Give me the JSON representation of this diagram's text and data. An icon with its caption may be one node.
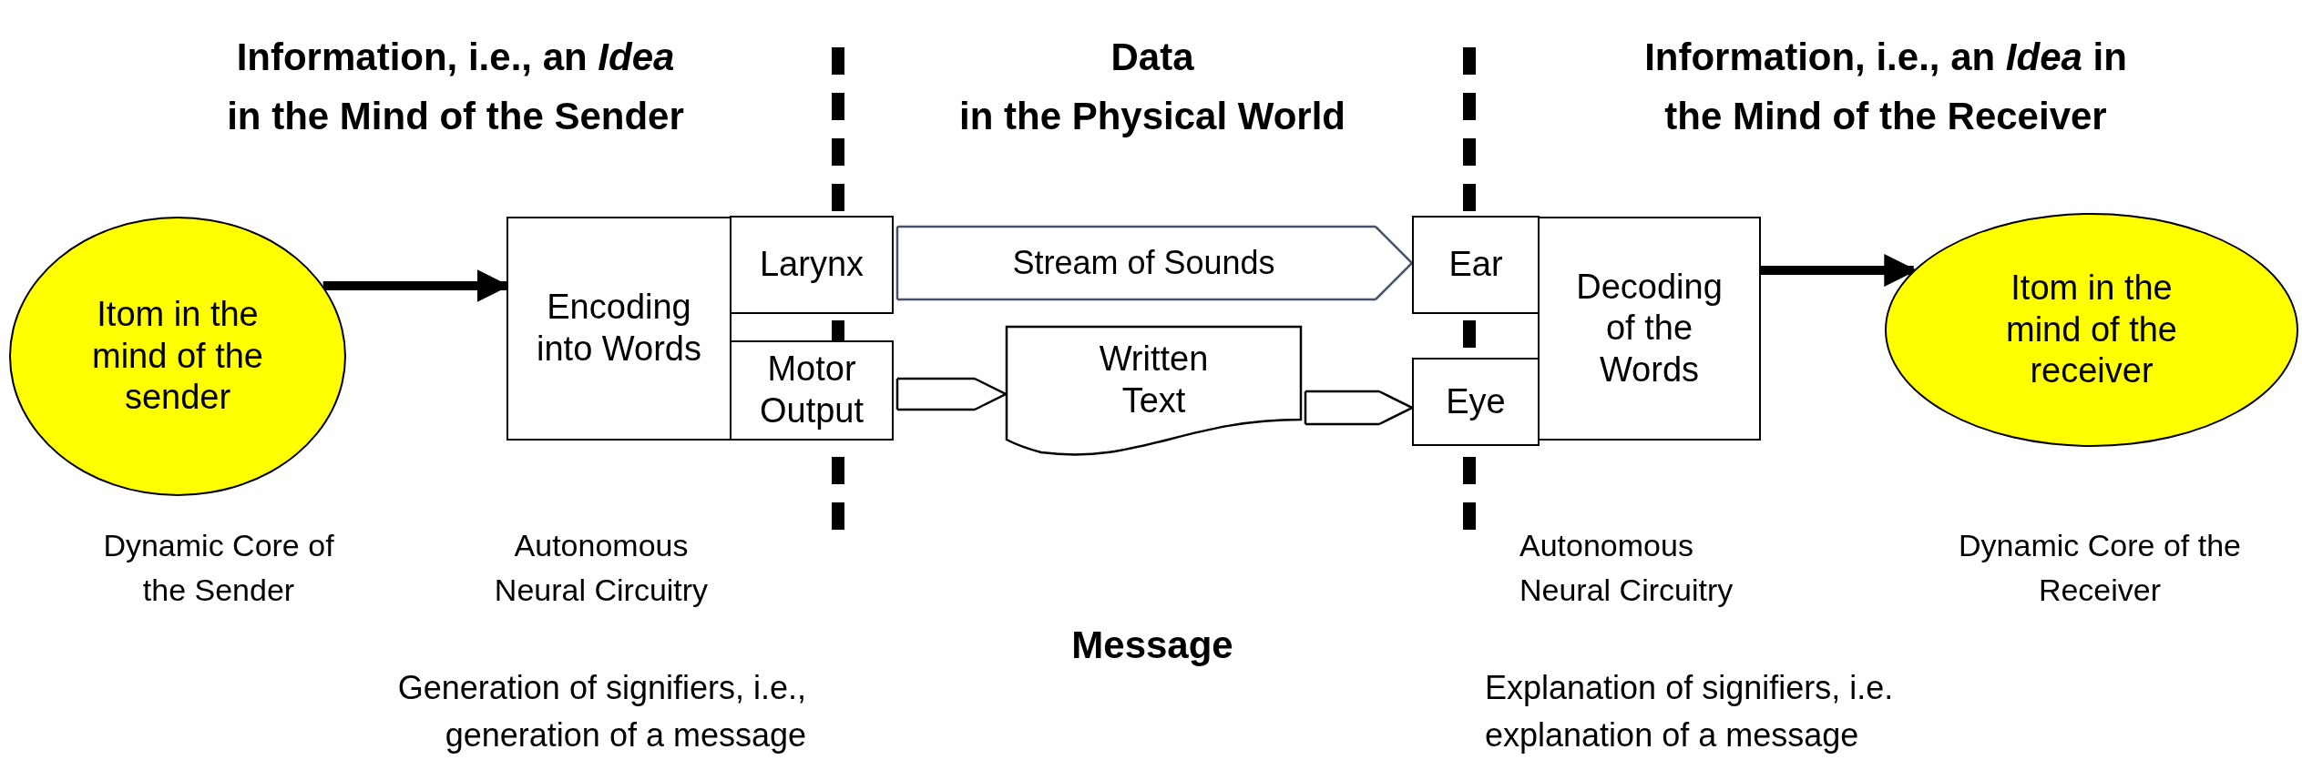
{
  "diagram": {
    "nodes": [
      {
        "text": [
          "Itom in the mind of the sender"
        ],
        "beside": [
          "Dynamic Core of the Sender"
        ]
      },
      {
        "text": [
          "Encoding into Words"
        ],
        "beside": [
          "Autonomous Neural Circuitry"
        ]
      },
      {
        "text": [
          "Larynx"
        ]
      },
      {
        "text": [
          "Motor Output"
        ]
      },
      {
        "text": [
          "Written Text"
        ]
      },
      {
        "text": [
          "Ear"
        ]
      },
      {
        "text": [
          "Eye"
        ]
      },
      {
        "text": [
          "Decoding of the Words"
        ],
        "beside": [
          "Autonomous Neural Circuitry"
        ]
      },
      {
        "text": [
          "Itom in the mind of the receiver"
        ],
        "beside": [
          "Dynamic Core of the Receiver"
        ]
      }
    ],
    "edges": [
      {
        "from": 0,
        "to": 1,
        "arrow": "to",
        "style": "thick"
      },
      {
        "from": 7,
        "to": 8,
        "arrow": "to",
        "style": "thick"
      },
      {
        "from": 2,
        "to": 5,
        "arrow": "to",
        "label": "Stream of Sounds",
        "color": "#44546a"
      },
      {
        "from": 3,
        "to": 4,
        "arrow": "to"
      },
      {
        "from": 4,
        "to": 6,
        "arrow": "to"
      }
    ],
    "labels": [
      "Information, i.e., an *Idea* in the Mind of the Sender",
      "Data",
      "in the Physical World",
      "Information, i.e., an *Idea* in the Mind of the Receiver",
      "Message",
      "Generation of signifiers, i.e., generation of a message",
      "Explanation of signifiers, i.e. explanation of a message"
    ]
  }
}
